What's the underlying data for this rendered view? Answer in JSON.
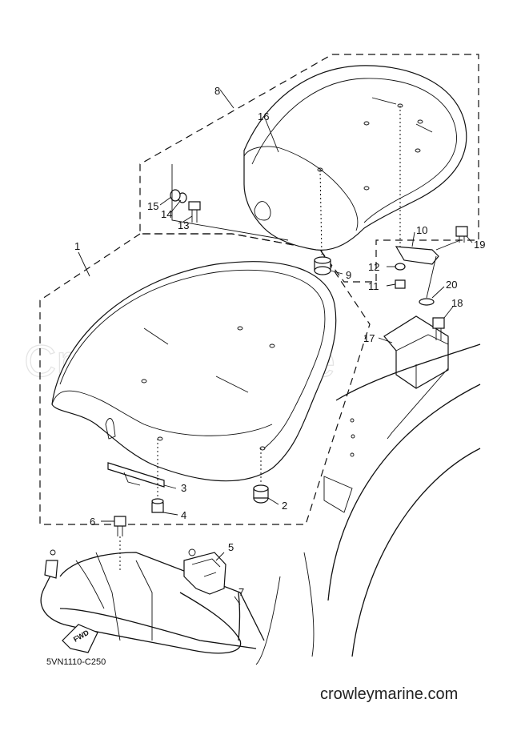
{
  "watermark": "Crowley Marine",
  "drawing_code": "5VN1110-C250",
  "site_url": "crowleymarine.com",
  "fwd_label": "FWD",
  "callouts": [
    "1",
    "2",
    "3",
    "4",
    "5",
    "6",
    "7",
    "8",
    "9",
    "10",
    "11",
    "12",
    "13",
    "14",
    "15",
    "16",
    "17",
    "18",
    "19",
    "20"
  ]
}
